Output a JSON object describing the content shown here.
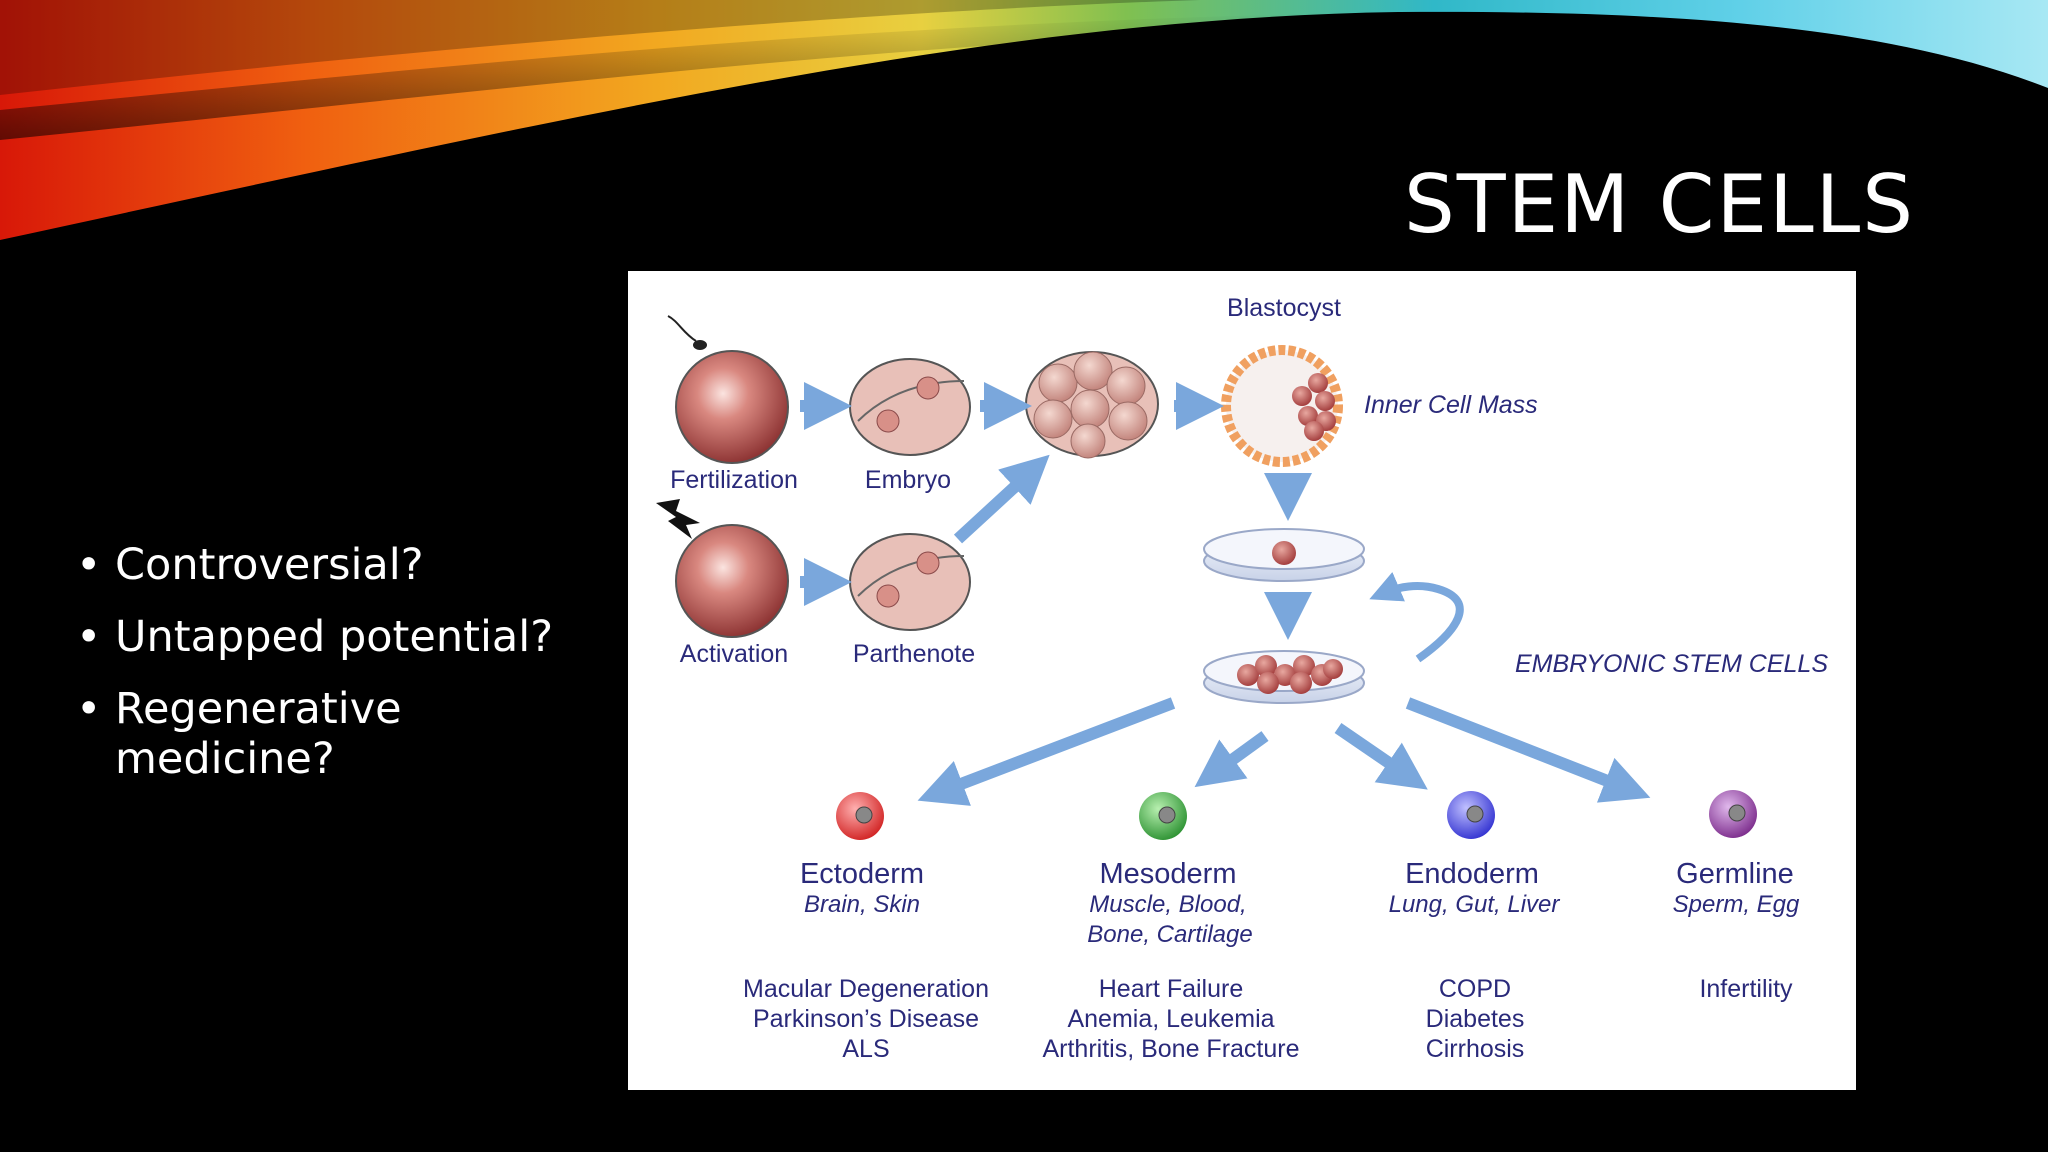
{
  "slide": {
    "title": "STEM CELLS",
    "bullets": [
      "Controversial?",
      "Untapped potential?",
      "Regenerative medicine?"
    ]
  },
  "colors": {
    "background": "#000000",
    "diagram_text": "#2a2a7a",
    "arrow": "#7aa7dc",
    "cell": "#c8706c"
  },
  "diagram": {
    "blastocyst": "Blastocyst",
    "inner_cell_mass": "Inner Cell Mass",
    "fertilization": "Fertilization",
    "embryo": "Embryo",
    "activation": "Activation",
    "parthenote": "Parthenote",
    "embryonic_stem_cells": "EMBRYONIC STEM CELLS",
    "layers": [
      {
        "name": "Ectoderm",
        "tissues": [
          "Brain, Skin"
        ],
        "diseases": [
          "Macular Degeneration",
          "Parkinson’s Disease",
          "ALS"
        ],
        "color": "#e0302f"
      },
      {
        "name": "Mesoderm",
        "tissues": [
          "Muscle, Blood,",
          "Bone, Cartilage"
        ],
        "diseases": [
          "Heart Failure",
          "Anemia, Leukemia",
          "Arthritis, Bone Fracture"
        ],
        "color": "#3aa040"
      },
      {
        "name": "Endoderm",
        "tissues": [
          "Lung, Gut, Liver"
        ],
        "diseases": [
          "COPD",
          "Diabetes",
          "Cirrhosis"
        ],
        "color": "#4040d8"
      },
      {
        "name": "Germline",
        "tissues": [
          "Sperm, Egg"
        ],
        "diseases": [
          "Infertility"
        ],
        "color": "#8a3a9a"
      }
    ]
  }
}
